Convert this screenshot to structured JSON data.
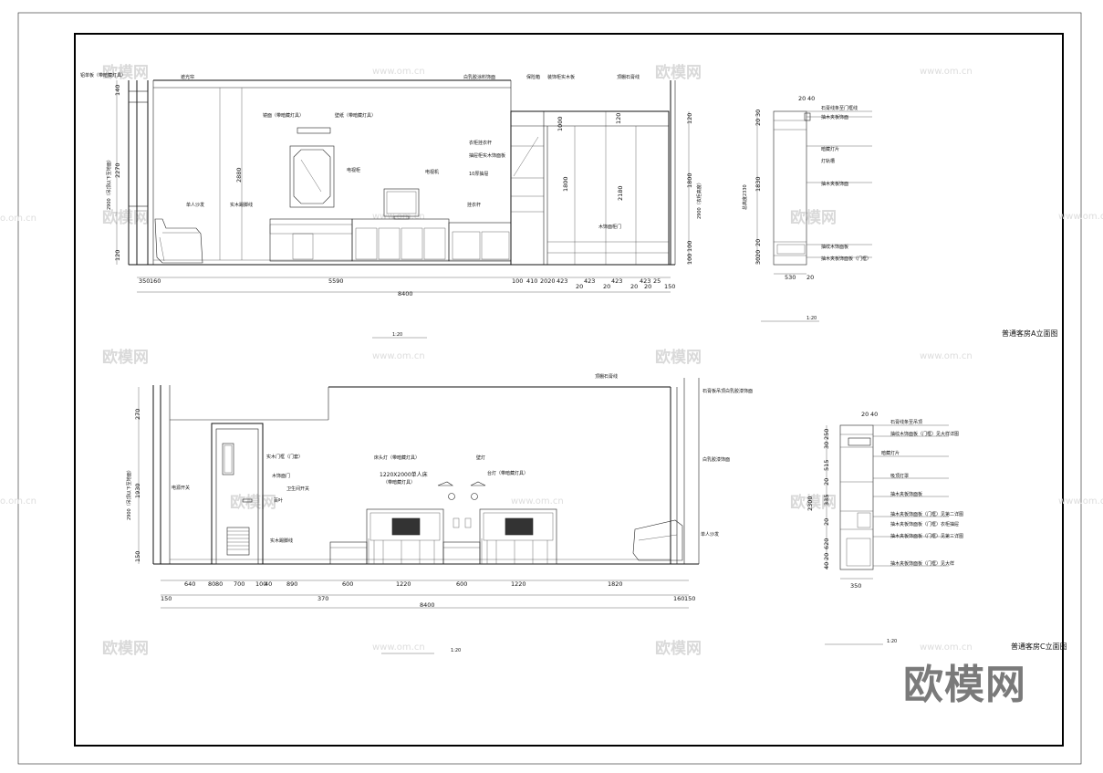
{
  "watermark": {
    "brand": "欧模网",
    "url": "www.om.cn",
    "cn_tag": "o.om.cn",
    "corner_logo": "欧模网"
  },
  "top_drawing": {
    "title": "普通客房A立面图",
    "scale_main": "1:20",
    "scale_side": "1:20",
    "labels": {
      "ceiling_finish": "白乳胶涂料饰面",
      "wall_paper": "壁纸（带暗藏灯具）",
      "lamp_note": "铝单板（带暗藏灯具）",
      "shade_curtain": "遮光帘",
      "chair": "单人沙发",
      "tv": "电视机",
      "tv_cabinet": "电视柜",
      "mirror": "镜面（带暗藏灯具）",
      "skirting": "实木踢脚线",
      "wardrobe_hanger": "衣柜挂衣杆",
      "wardrobe_top": "装饰柜实木板",
      "drawer": "10厚抽屉",
      "safe": "保险箱",
      "door_panel": "抽屉柜实木饰面板",
      "hang_rail": "挂衣杆",
      "ceiling_line": "顶棚石膏线",
      "rail_line": "木饰面柜门"
    },
    "dims_bottom": [
      "350",
      "160",
      "5590",
      "100",
      "410",
      "2020",
      "423",
      "423",
      "423",
      "423",
      "25",
      "150"
    ],
    "dims_bottom_sub": [
      "20",
      "20",
      "20",
      "20"
    ],
    "total": "8400",
    "dims_left": [
      "140",
      "2270",
      "120"
    ],
    "dim_left_height": "2900（吊顶以下至地面）",
    "dims_right": [
      "120",
      "1800",
      "100",
      "100"
    ],
    "dim_right_height": "2900（衣柜高度）",
    "inner_dims": [
      "2880",
      "1800",
      "2180",
      "1000",
      "120"
    ]
  },
  "top_side": {
    "dims_top": [
      "20",
      "40"
    ],
    "dims_left": [
      "20",
      "30",
      "1830",
      "20",
      "20",
      "30"
    ],
    "dim_left_height": "总高度2330",
    "dims_bottom": [
      "530",
      "20"
    ],
    "labels": [
      "石膏线条至门框线",
      "抽木夹板饰面",
      "暗藏灯片",
      "灯轨槽",
      "抽木夹板饰面",
      "抽纹木饰面板",
      "抽木夹板饰面板（门框）"
    ]
  },
  "bottom_drawing": {
    "title": "普通客房C立面图",
    "scale_main": "1:20",
    "scale_side": "1:20",
    "labels": {
      "ceiling_line": "顶棚石膏线",
      "ceiling_finish": "石膏板吊顶白乳胶漆饰面",
      "wall_finish": "白乳胶漆饰面",
      "switch": "电源开关",
      "door_frame": "实木门框（门套）",
      "door_note": "木饰面门",
      "bath_light": "卫生间开关",
      "door_louver": "百叶",
      "skirting": "实木踢脚线",
      "bed_light": "床头灯（带暗藏灯具）",
      "bed_size": "1220X2000单人床",
      "wall_light": "床头灯（带暗藏灯具）",
      "wall_lamp": "壁灯",
      "sconce": "台灯（带暗藏灯具）",
      "chair": "单人沙发",
      "headboard_note": "（带暗藏灯具）"
    },
    "dims_bottom": [
      "640",
      "80",
      "80",
      "700",
      "100",
      "40",
      "890",
      "600",
      "1220",
      "600",
      "1220",
      "1820"
    ],
    "dims_bottom2": [
      "150",
      "370",
      "160",
      "150"
    ],
    "total": "8400",
    "dims_left": [
      "270",
      "1930",
      "150"
    ],
    "dim_left_height": "2900（吊顶以下至地面）"
  },
  "bottom_side": {
    "dims_top": [
      "20",
      "40"
    ],
    "dims_left": [
      "250",
      "30",
      "515",
      "20",
      "335",
      "20",
      "620",
      "20",
      "40"
    ],
    "dim_left_height": "2300",
    "dims_bottom": [
      "350"
    ],
    "labels": [
      "石膏线条至吊顶",
      "抽纹木饰面板（门框）见大样详图",
      "暗藏灯片",
      "吸顶灯罩",
      "抽木夹板饰面板",
      "抽木夹板饰面板（门框）见第二详图",
      "抽木夹板饰面板（门框）衣柜抽屉",
      "抽木夹板饰面板（门框）见第三详图",
      "抽木夹板饰面板（门框）见大样"
    ]
  }
}
